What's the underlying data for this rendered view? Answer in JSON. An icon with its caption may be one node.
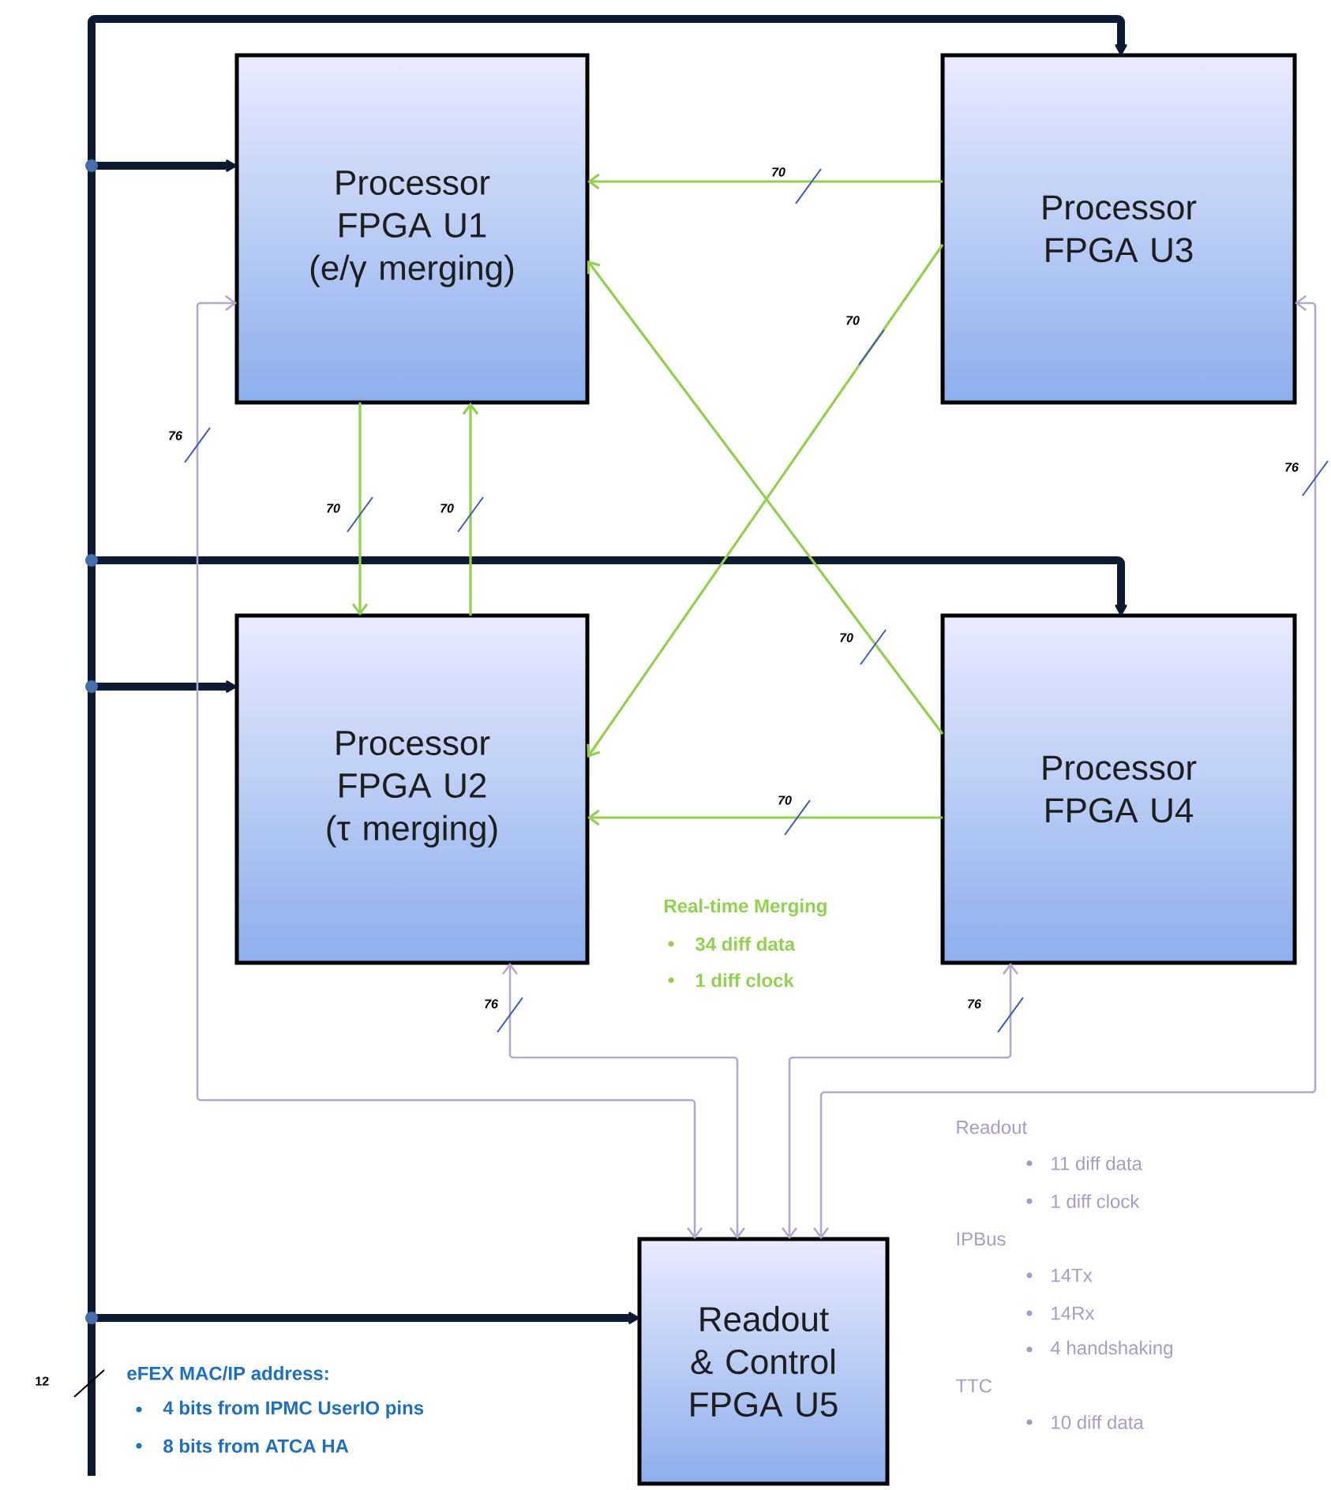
{
  "diagram": {
    "nodes": [
      {
        "text": [
          "Processor FPGA U1 (e/γ merging)"
        ]
      },
      {
        "text": [
          "Processor FPGA U3"
        ]
      },
      {
        "text": [
          "Processor FPGA U2 (τ merging)"
        ]
      },
      {
        "text": [
          "Processor FPGA U4"
        ]
      },
      {
        "text": [
          "Readout & Control FPGA U5"
        ]
      }
    ],
    "edges": [
      {
        "from": null,
        "to": 1,
        "arrow": "to",
        "style": "thick",
        "color": "#0d1a33"
      },
      {
        "from": null,
        "to": 0,
        "arrow": "to",
        "style": "thick",
        "color": "#0d1a33"
      },
      {
        "from": null,
        "to": 3,
        "arrow": "to",
        "style": "thick",
        "color": "#0d1a33"
      },
      {
        "from": null,
        "to": 2,
        "arrow": "to",
        "style": "thick",
        "color": "#0d1a33"
      },
      {
        "from": null,
        "to": 4,
        "arrow": "to",
        "style": "thick",
        "color": "#0d1a33"
      },
      {
        "from": 1,
        "to": 0,
        "arrow": "to",
        "label": "70"
      },
      {
        "from": 3,
        "to": 0,
        "arrow": "to",
        "label": "70"
      },
      {
        "from": 1,
        "to": 2,
        "arrow": "to",
        "label": "70"
      },
      {
        "from": 3,
        "to": 2,
        "arrow": "to",
        "label": "70"
      },
      {
        "from": 0,
        "to": 2,
        "arrow": "to",
        "label": "70"
      },
      {
        "from": 2,
        "to": 0,
        "arrow": "to",
        "label": "70"
      },
      {
        "from": 0,
        "to": 4,
        "arrow": "both",
        "label": "76",
        "color": "#b4a8d0"
      },
      {
        "from": 2,
        "to": 4,
        "arrow": "both",
        "label": "76",
        "color": "#b4a8d0"
      },
      {
        "from": 3,
        "to": 4,
        "arrow": "both",
        "label": "76",
        "color": "#b4a8d0"
      },
      {
        "from": 1,
        "to": 4,
        "arrow": "both",
        "label": "76",
        "color": "#b4a8d0"
      }
    ],
    "labels": [
      "Real-time Merging",
      "34 diff data",
      "1 diff clock",
      "Readout",
      "11 diff data",
      "1 diff clock",
      "IPBus",
      "14Tx",
      "14Rx",
      "4 handshaking",
      "TTC",
      "10 diff data",
      "12",
      "eFEX MAC/IP address:",
      "4 bits from IPMC UserIO pins",
      "8 bits from ATCA HA"
    ]
  }
}
